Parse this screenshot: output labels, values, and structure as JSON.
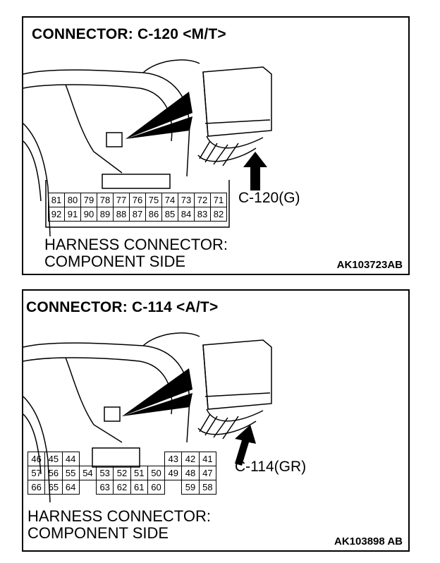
{
  "panel1": {
    "title": "CONNECTOR: C-120 <M/T>",
    "connector_label": "C-120(G)",
    "harness_line1": "HARNESS CONNECTOR:",
    "harness_line2": "COMPONENT SIDE",
    "code": "AK103723AB",
    "pins_row1": [
      "81",
      "80",
      "79",
      "78",
      "77",
      "76",
      "75",
      "74",
      "73",
      "72",
      "71"
    ],
    "pins_row2": [
      "92",
      "91",
      "90",
      "89",
      "88",
      "87",
      "86",
      "85",
      "84",
      "83",
      "82"
    ]
  },
  "panel2": {
    "title": "CONNECTOR: C-114 <A/T>",
    "connector_label": "C-114(GR)",
    "harness_line1": "HARNESS CONNECTOR:",
    "harness_line2": "COMPONENT SIDE",
    "code": "AK103898 AB",
    "pins": {
      "r1_left": [
        "46",
        "45",
        "44"
      ],
      "r1_right": [
        "43",
        "42",
        "41"
      ],
      "r2": [
        "57",
        "56",
        "55",
        "54",
        "53",
        "52",
        "51",
        "50",
        "49",
        "48",
        "47"
      ],
      "r3_left": [
        "66",
        "65",
        "64"
      ],
      "r3_mid": [
        "63",
        "62",
        "61",
        "60"
      ],
      "r3_right": [
        "59",
        "58"
      ]
    }
  }
}
